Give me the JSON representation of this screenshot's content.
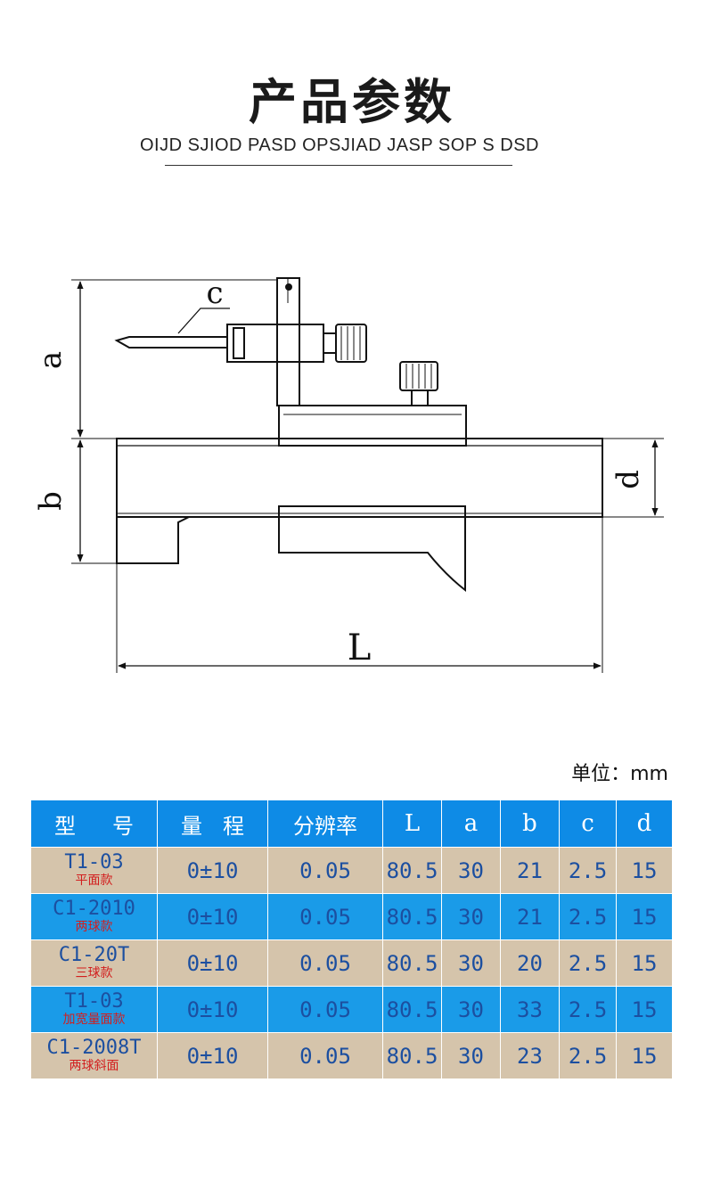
{
  "header": {
    "title": "产品参数",
    "subtitle": "OIJD SJIOD PASD OPSJIAD JASP SOP S DSD"
  },
  "diagram_labels": {
    "a": "a",
    "b": "b",
    "c": "c",
    "d": "d",
    "L": "L"
  },
  "unit": "单位：mm",
  "table": {
    "headers": [
      {
        "a": "型",
        "b": "号"
      },
      {
        "a": "量",
        "b": "程"
      },
      {
        "text": "分辨率"
      },
      {
        "text": "L"
      },
      {
        "text": "a"
      },
      {
        "text": "b"
      },
      {
        "text": "c"
      },
      {
        "text": "d"
      }
    ],
    "rows": [
      {
        "model": "T1-03",
        "variant": "平面款",
        "range": "0±10",
        "resolution": "0.05",
        "L": "80.5",
        "a": "30",
        "b": "21",
        "c": "2.5",
        "d": "15"
      },
      {
        "model": "C1-2010",
        "variant": "两球款",
        "range": "0±10",
        "resolution": "0.05",
        "L": "80.5",
        "a": "30",
        "b": "21",
        "c": "2.5",
        "d": "15"
      },
      {
        "model": "C1-20T",
        "variant": "三球款",
        "range": "0±10",
        "resolution": "0.05",
        "L": "80.5",
        "a": "30",
        "b": "20",
        "c": "2.5",
        "d": "15"
      },
      {
        "model": "T1-03",
        "variant": "加宽量面款",
        "range": "0±10",
        "resolution": "0.05",
        "L": "80.5",
        "a": "30",
        "b": "33",
        "c": "2.5",
        "d": "15"
      },
      {
        "model": "C1-2008T",
        "variant": "两球斜面",
        "range": "0±10",
        "resolution": "0.05",
        "L": "80.5",
        "a": "30",
        "b": "23",
        "c": "2.5",
        "d": "15"
      }
    ]
  }
}
